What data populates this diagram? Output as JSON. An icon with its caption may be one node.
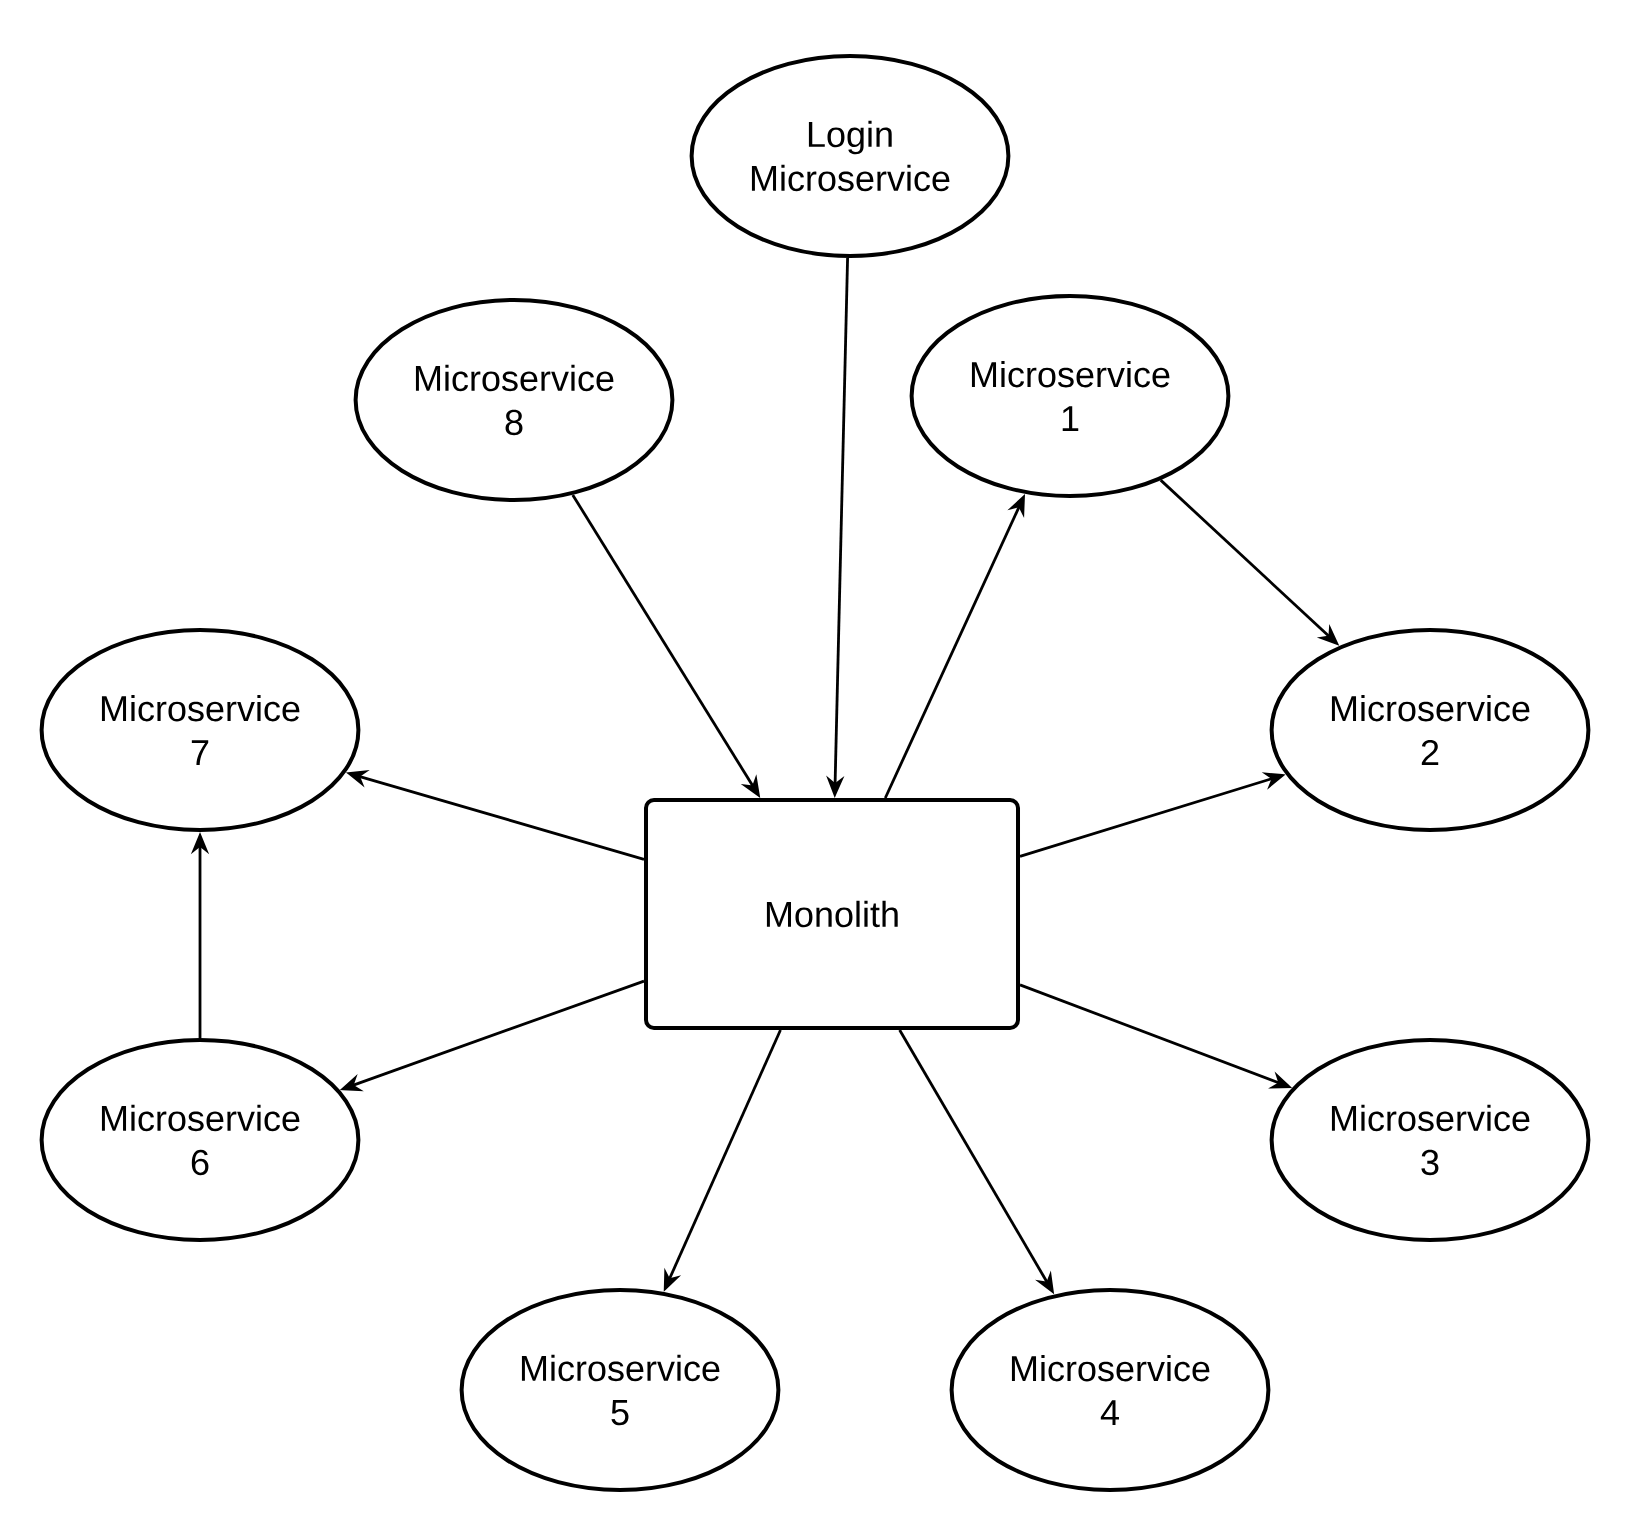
{
  "diagram": {
    "nodes": [
      {
        "text": [
          "Login Microservice"
        ]
      },
      {
        "text": [
          "Microservice 8"
        ]
      },
      {
        "text": [
          "Microservice 1"
        ]
      },
      {
        "text": [
          "Microservice 7"
        ]
      },
      {
        "text": [
          "Monolith"
        ]
      },
      {
        "text": [
          "Microservice 2"
        ]
      },
      {
        "text": [
          "Microservice 6"
        ]
      },
      {
        "text": [
          "Microservice 3"
        ]
      },
      {
        "text": [
          "Microservice 5"
        ]
      },
      {
        "text": [
          "Microservice 4"
        ]
      }
    ],
    "edges": [
      {
        "from": 0,
        "to": 4,
        "arrow": "to"
      },
      {
        "from": 1,
        "to": 4,
        "arrow": "to"
      },
      {
        "from": 4,
        "to": 2,
        "arrow": "to"
      },
      {
        "from": 2,
        "to": 5,
        "arrow": "to"
      },
      {
        "from": 4,
        "to": 5,
        "arrow": "to"
      },
      {
        "from": 4,
        "to": 3,
        "arrow": "to"
      },
      {
        "from": 6,
        "to": 3,
        "arrow": "to"
      },
      {
        "from": 4,
        "to": 6,
        "arrow": "to"
      },
      {
        "from": 4,
        "to": 7,
        "arrow": "to"
      },
      {
        "from": 4,
        "to": 8,
        "arrow": "to"
      },
      {
        "from": 4,
        "to": 9,
        "arrow": "to"
      }
    ]
  }
}
